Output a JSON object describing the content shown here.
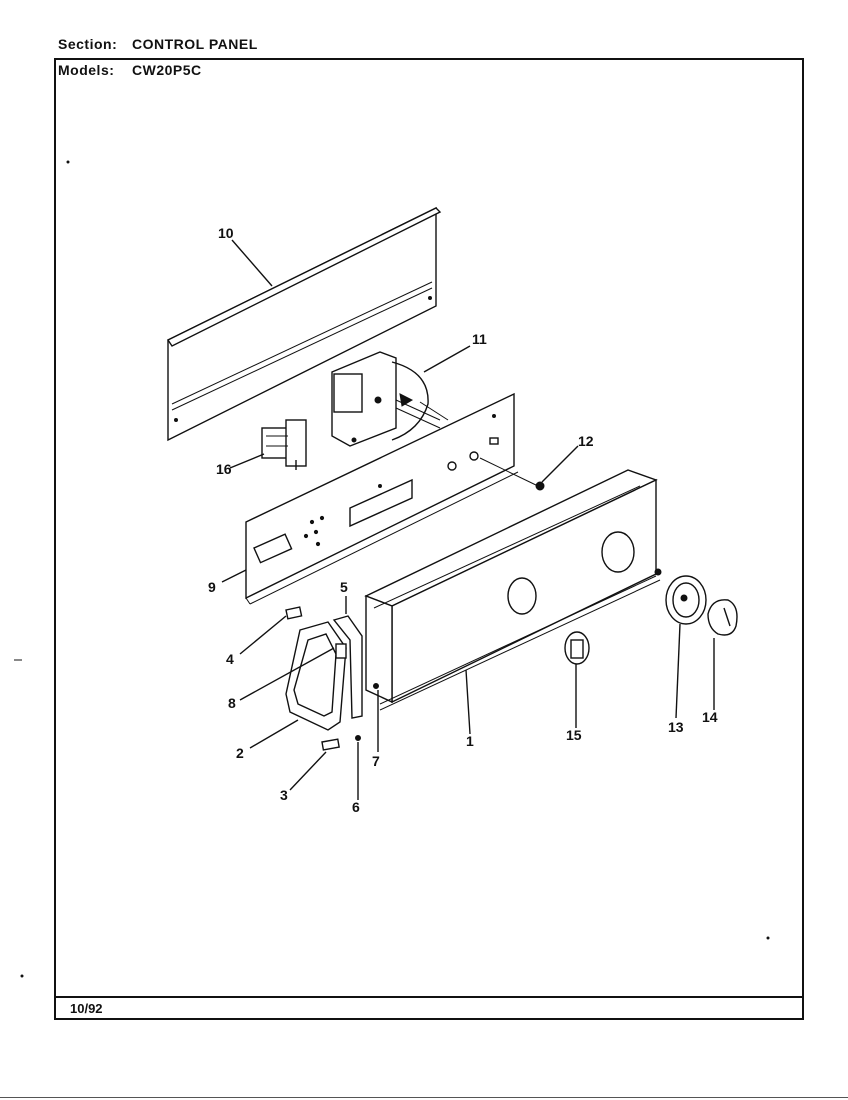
{
  "header": {
    "section_label": "Section:",
    "section_value": "CONTROL PANEL",
    "models_label": "Models:",
    "models_value": "CW20P5C"
  },
  "footer": {
    "date": "10/92"
  },
  "callouts": {
    "c1": "1",
    "c2": "2",
    "c3": "3",
    "c4": "4",
    "c5": "5",
    "c6": "6",
    "c7": "7",
    "c8": "8",
    "c9": "9",
    "c10": "10",
    "c11": "11",
    "c12": "12",
    "c13": "13",
    "c14": "14",
    "c15": "15",
    "c16": "16"
  }
}
